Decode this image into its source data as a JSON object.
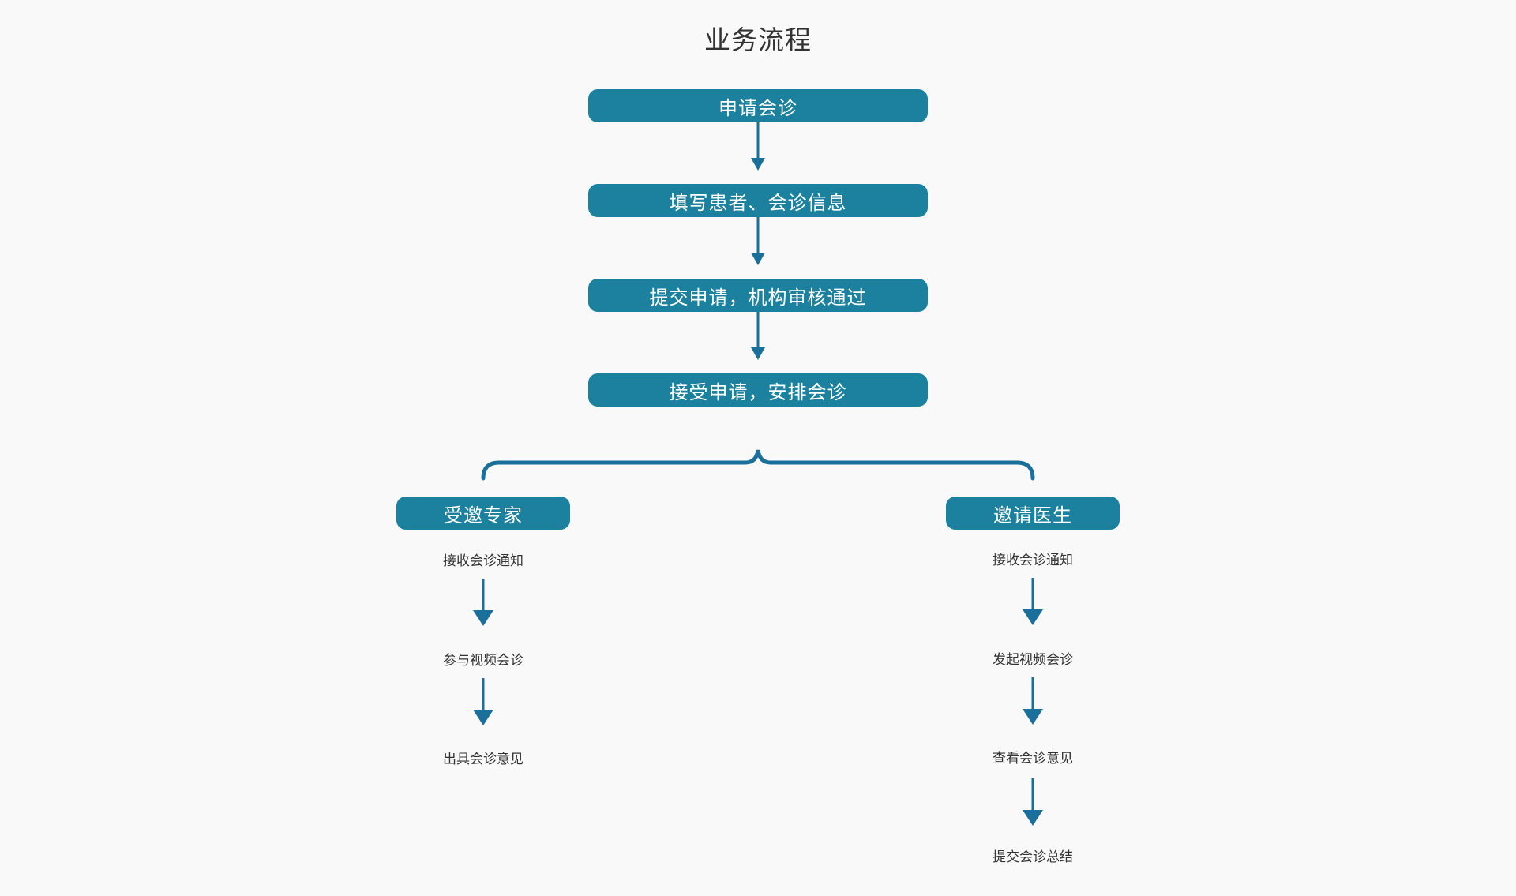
{
  "title": "业务流程",
  "main_flow": {
    "steps": [
      "申请会诊",
      "填写患者、会诊信息",
      "提交申请，机构审核通过",
      "接受申请，安排会诊"
    ]
  },
  "branches": {
    "left": {
      "title": "受邀专家",
      "steps": [
        "接收会诊通知",
        "参与视频会诊",
        "出具会诊意见"
      ]
    },
    "right": {
      "title": "邀请医生",
      "steps": [
        "接收会诊通知",
        "发起视频会诊",
        "查看会诊意见",
        "提交会诊总结"
      ]
    }
  },
  "colors": {
    "box_fill": "#1b819f",
    "arrow": "#1b6f9b",
    "background": "#f9f9f9"
  }
}
